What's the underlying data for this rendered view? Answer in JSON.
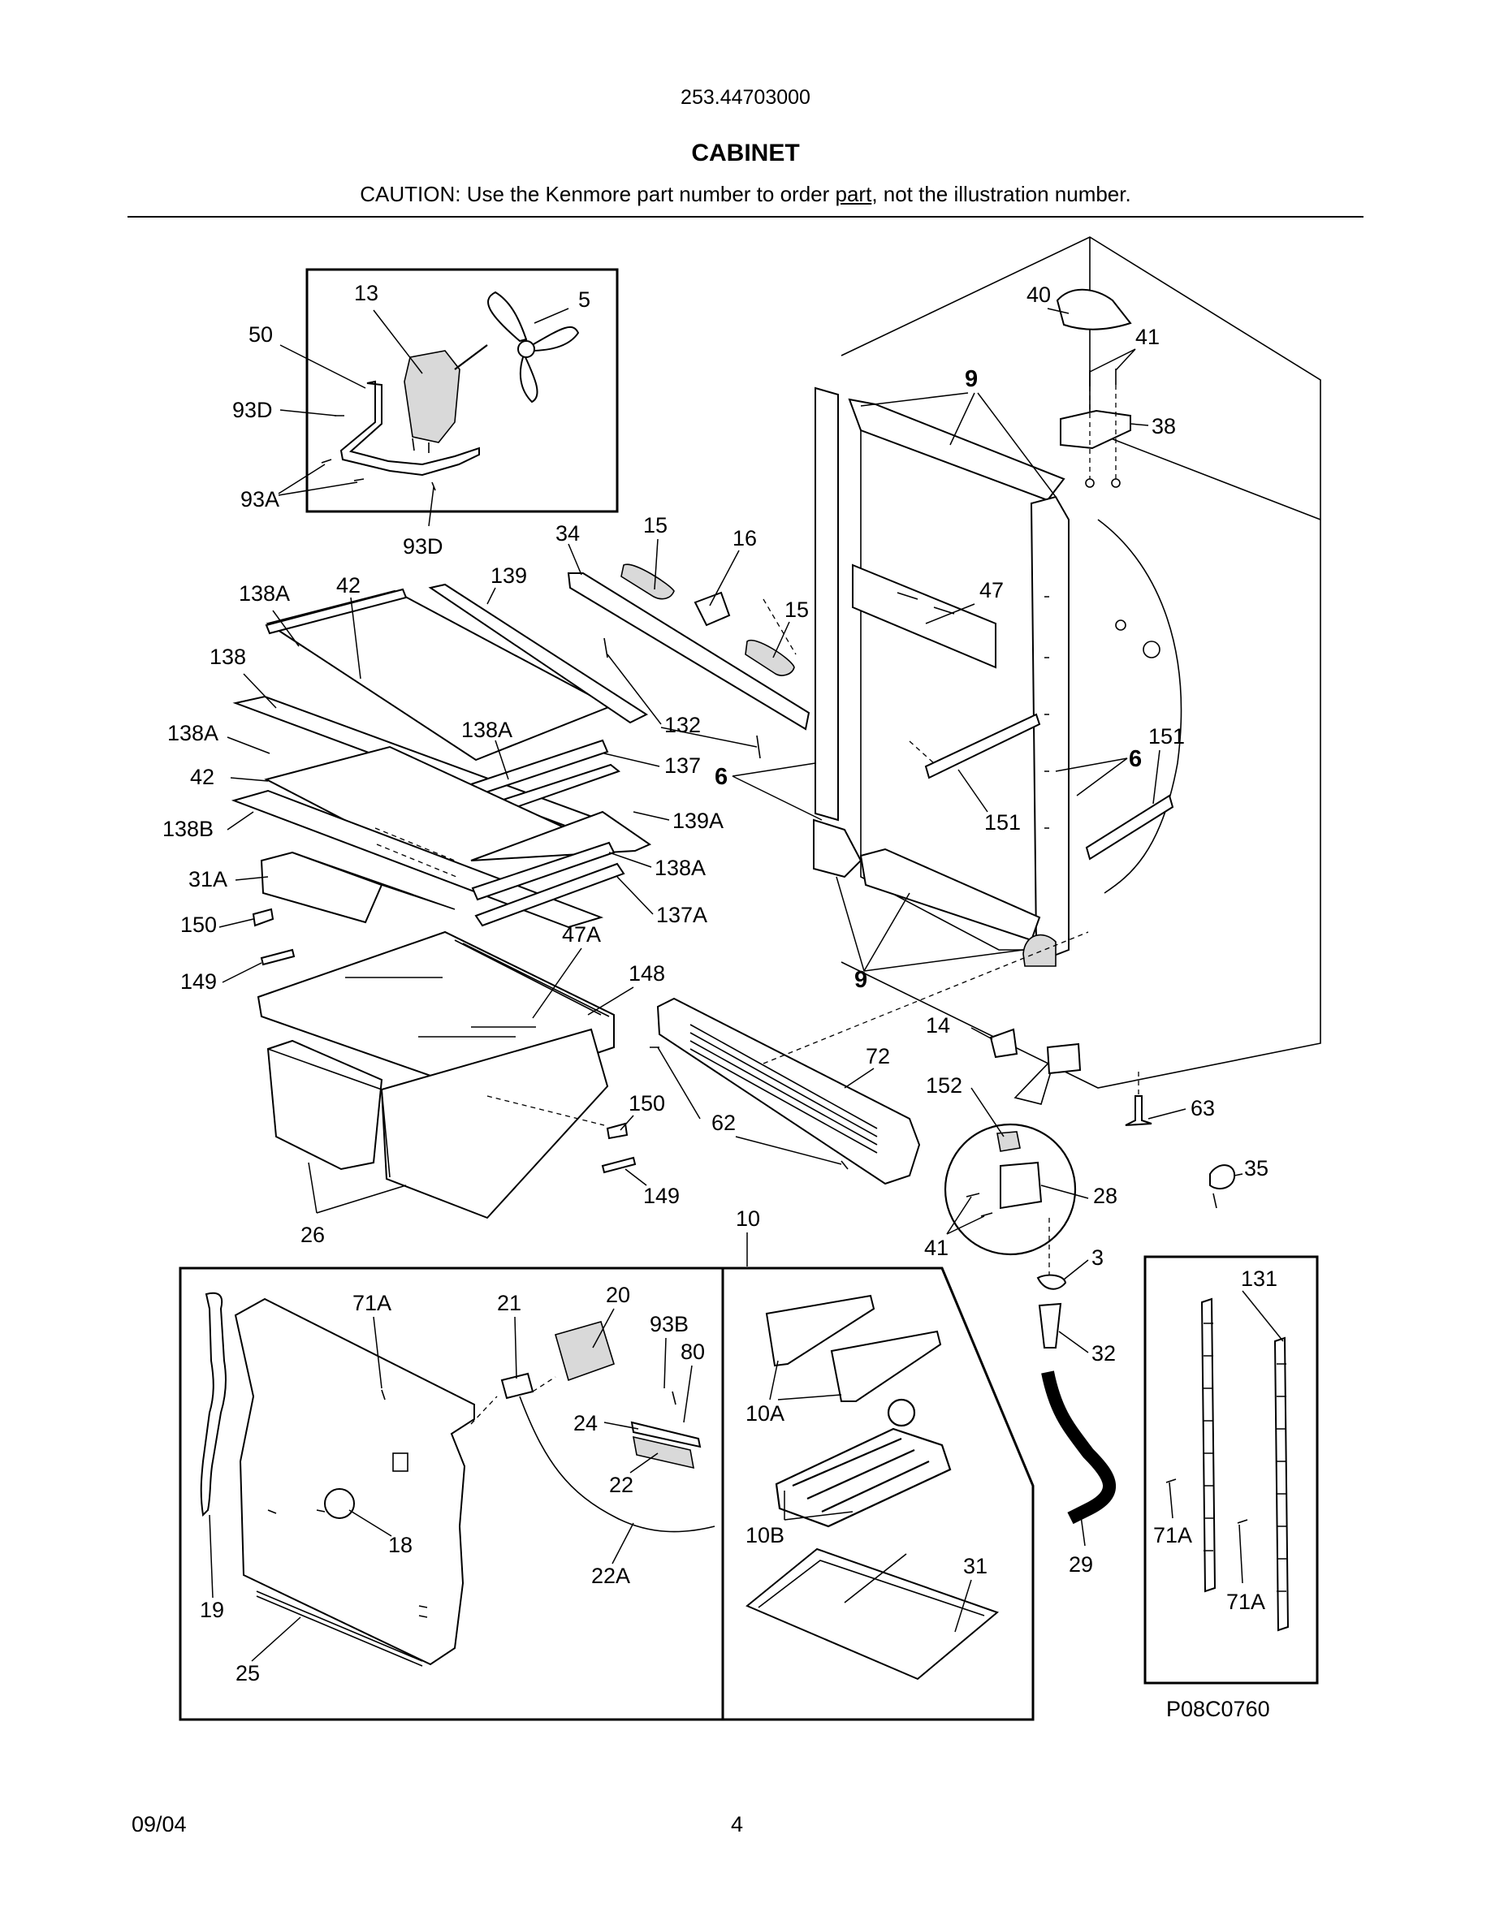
{
  "header": {
    "model_number": "253.44703000",
    "section_title": "CABINET",
    "caution_prefix": "CAUTION: Use the Kenmore part number to order ",
    "caution_underlined": "part",
    "caution_suffix": ", not the illustration number."
  },
  "diagram": {
    "figure_id": "P08C0760",
    "callouts": [
      "13",
      "5",
      "50",
      "93D",
      "93A",
      "93D",
      "34",
      "15",
      "16",
      "15",
      "132",
      "138A",
      "42",
      "139",
      "138",
      "138A",
      "138A",
      "137",
      "42",
      "139A",
      "138B",
      "138A",
      "31A",
      "137A",
      "150",
      "47A",
      "149",
      "148",
      "26",
      "150",
      "149",
      "62",
      "72",
      "10",
      "40",
      "41",
      "9",
      "38",
      "47",
      "151",
      "6",
      "151",
      "6",
      "9",
      "14",
      "152",
      "63",
      "35",
      "28",
      "41",
      "3",
      "32",
      "29",
      "131",
      "71A",
      "71A",
      "71A",
      "21",
      "20",
      "93B",
      "80",
      "24",
      "22",
      "18",
      "22A",
      "19",
      "25",
      "10A",
      "10B",
      "31"
    ]
  },
  "footer": {
    "date": "09/04",
    "page_number": "4"
  }
}
